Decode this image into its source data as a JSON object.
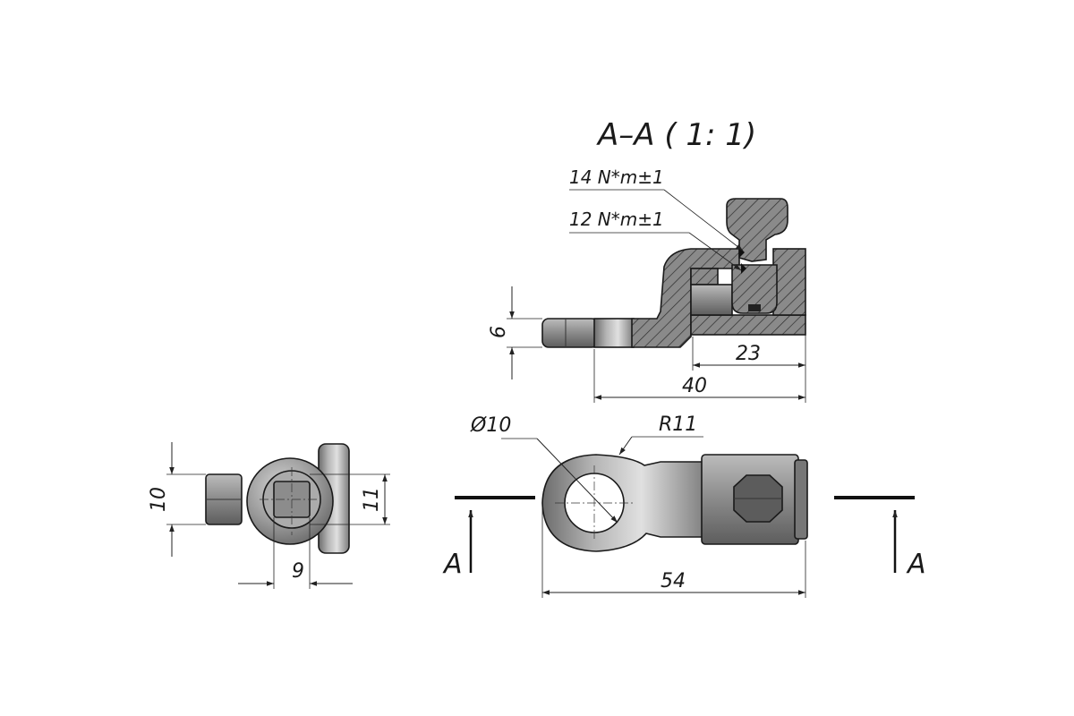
{
  "section": {
    "title": "A–A ( 1: 1)"
  },
  "torques": {
    "upper": "14 N*m±1",
    "lower": "12 N*m±1"
  },
  "dimensions": {
    "thickness": "6",
    "screw_offset": "23",
    "section_length": "40",
    "hole_diameter": "Ø10",
    "radius": "R11",
    "total_length": "54",
    "side_height": "10",
    "side_width_height": "11",
    "side_width": "9"
  },
  "section_marks": {
    "left": "A",
    "right": "A"
  }
}
